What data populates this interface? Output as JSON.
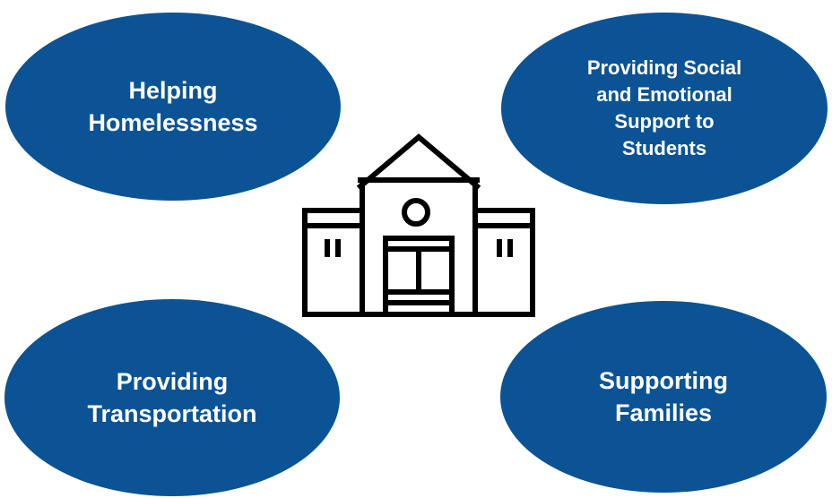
{
  "colors": {
    "bubble": "#0b5394",
    "bubble_text": "#ffffff",
    "icon_stroke": "#000000"
  },
  "center_icon": "school-building-icon",
  "bubbles": {
    "top_left": {
      "label": "Helping\nHomelessness"
    },
    "top_right": {
      "label": "Providing Social\nand Emotional\nSupport to\nStudents"
    },
    "bottom_left": {
      "label": "Providing\nTransportation"
    },
    "bottom_right": {
      "label": "Supporting\nFamilies"
    }
  }
}
